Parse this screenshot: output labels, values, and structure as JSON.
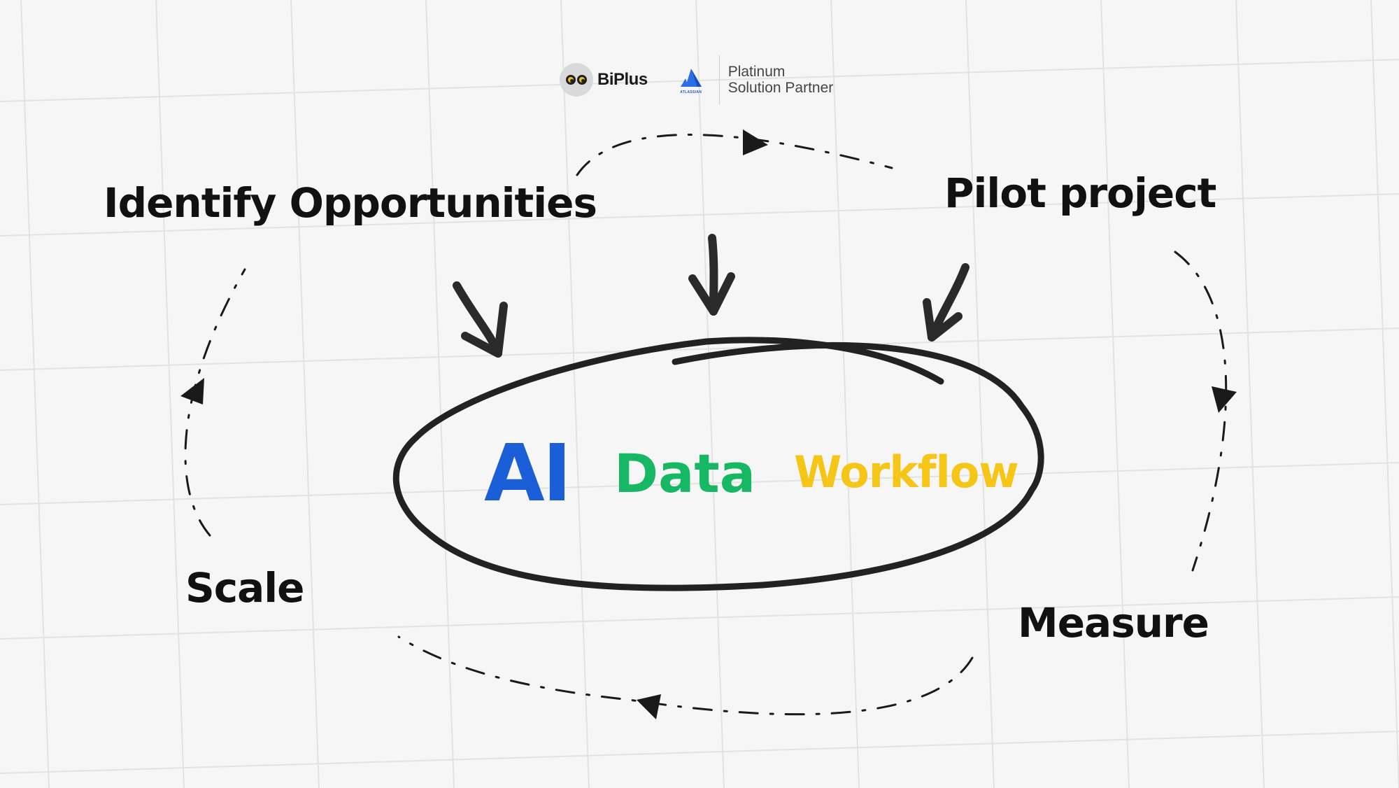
{
  "brand": {
    "biplus_name": "BiPlus",
    "atlassian_wordmark": "ATLASSIAN",
    "partner_line1": "Platinum",
    "partner_line2": "Solution Partner"
  },
  "steps": {
    "identify": "Identify Opportunities",
    "pilot": "Pilot project",
    "measure": "Measure",
    "scale": "Scale"
  },
  "core": {
    "ai": "AI",
    "data": "Data",
    "workflow": "Workflow"
  },
  "colors": {
    "background": "#f6f6f6",
    "grid": "#e2e2e2",
    "ink": "#111111",
    "ai": "#1a5fd8",
    "data": "#16b863",
    "workflow": "#f5c518"
  }
}
